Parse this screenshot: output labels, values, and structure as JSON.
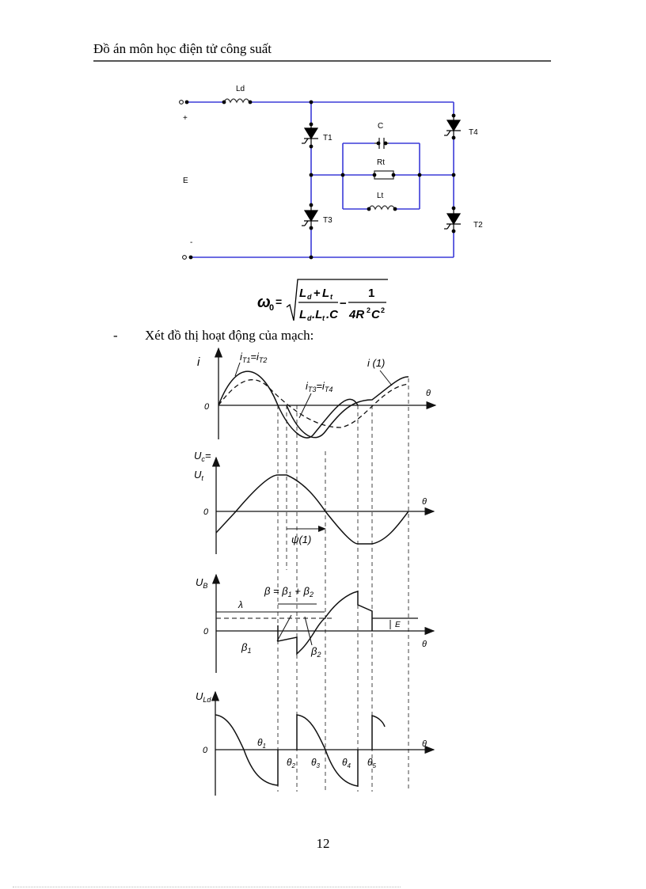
{
  "header": {
    "title": "Đồ án môn học điện tử công suất"
  },
  "circuit": {
    "labels": {
      "ld": "Ld",
      "plus": "+",
      "minus": "-",
      "e": "E",
      "t1": "T1",
      "t2": "T2",
      "t3": "T3",
      "t4": "T4",
      "c": "C",
      "rt": "Rt",
      "lt": "Lt"
    },
    "wire_color": "#3b3bd9",
    "node_color": "#000000"
  },
  "formula": {
    "lhs": "ω",
    "lhs_sub": "0",
    "eq": "=",
    "num1": "L",
    "num1_sub": "d",
    "plus": "+",
    "num2": "L",
    "num2_sub": "t",
    "den1": "L",
    "den1_sub": "d",
    "den2": ".L",
    "den2_sub": "t",
    "den3": ".C",
    "minus": "−",
    "frac2_num": "1",
    "frac2_den": "4R",
    "frac2_den_sup": "2",
    "frac2_den2": "C",
    "frac2_den2_sup": "2"
  },
  "bullet": {
    "dash": "-",
    "text": "Xét đồ thị hoạt động của mạch:"
  },
  "chart_data": [
    {
      "type": "line",
      "title": "Current waveforms",
      "ylabel": "i",
      "xlabel": "θ",
      "origin_label": "0",
      "series": [
        {
          "name": "iT1 = iT2",
          "style": "solid",
          "description": "thyristor current, peak ~+1.0 at θ≈0.25T, min ~-1.0 at θ≈0.6T"
        },
        {
          "name": "i(1)",
          "style": "dashed",
          "description": "fundamental current, amplitude ~0.7, leads zero crossing"
        },
        {
          "name": "iT3 = iT4",
          "style": "solid",
          "description": "second pair current on negative half"
        }
      ],
      "annotations": [
        "iT1 = iT2",
        "iT3 = iT4",
        "i(1)"
      ]
    },
    {
      "type": "line",
      "title": "Capacitor / load voltage",
      "ylabel": "Uc = Ut",
      "xlabel": "θ",
      "origin_label": "0",
      "series": [
        {
          "name": "Uc = Ut",
          "style": "solid",
          "description": "sinusoid starting negative, crosses zero, peak, crosses zero, trough, returns to zero"
        }
      ],
      "annotations": [
        "ψ(1)"
      ]
    },
    {
      "type": "line",
      "title": "Thyristor voltage",
      "ylabel": "UB",
      "xlabel": "θ",
      "origin_label": "0",
      "series": [
        {
          "name": "UB",
          "style": "solid",
          "description": "piecewise voltage with negative notches (β1, β2) then rising positive arc and step to E level"
        }
      ],
      "annotations": [
        "λ",
        "β = β1 + β2",
        "β1",
        "β2",
        "E"
      ]
    },
    {
      "type": "line",
      "title": "Inductor voltage",
      "ylabel": "ULd",
      "xlabel": "θ",
      "origin_label": "0",
      "series": [
        {
          "name": "ULd",
          "style": "solid",
          "description": "repeated cosine-like decaying segments with jumps at θ2 and θ5"
        }
      ],
      "annotations": [
        "θ1",
        "θ2",
        "θ3",
        "θ4",
        "θ5"
      ]
    }
  ],
  "plots": {
    "p1": {
      "y": "i",
      "x": "θ",
      "zero": "0",
      "a": "i",
      "a_sub": "T1",
      "a_eq": "=",
      "a2": "i",
      "a2_sub": "T2",
      "b": "i",
      "b_sub": "T3",
      "b_eq": "=",
      "b2": "i",
      "b2_sub": "T4",
      "c": "i (1)"
    },
    "p2": {
      "y1": "U",
      "y1_sub": "c",
      "y1_eq": "=",
      "y2": "U",
      "y2_sub": "t",
      "x": "θ",
      "zero": "0",
      "psi": "ψ(1)"
    },
    "p3": {
      "y": "U",
      "y_sub": "B",
      "x": "θ",
      "zero": "0",
      "lambda": "λ",
      "beta": "β = β",
      "beta_s1": "1",
      "beta_plus": " + β",
      "beta_s2": "2",
      "b1": "β",
      "b1_sub": "1",
      "b2": "β",
      "b2_sub": "2",
      "e": "E"
    },
    "p4": {
      "y": "U",
      "y_sub": "Ld",
      "x": "θ",
      "zero": "0",
      "t1": "θ",
      "t1s": "1",
      "t2": "θ",
      "t2s": "2",
      "t3": "θ",
      "t3s": "3",
      "t4": "θ",
      "t4s": "4",
      "t5": "θ",
      "t5s": "5"
    }
  },
  "page_number": "12"
}
